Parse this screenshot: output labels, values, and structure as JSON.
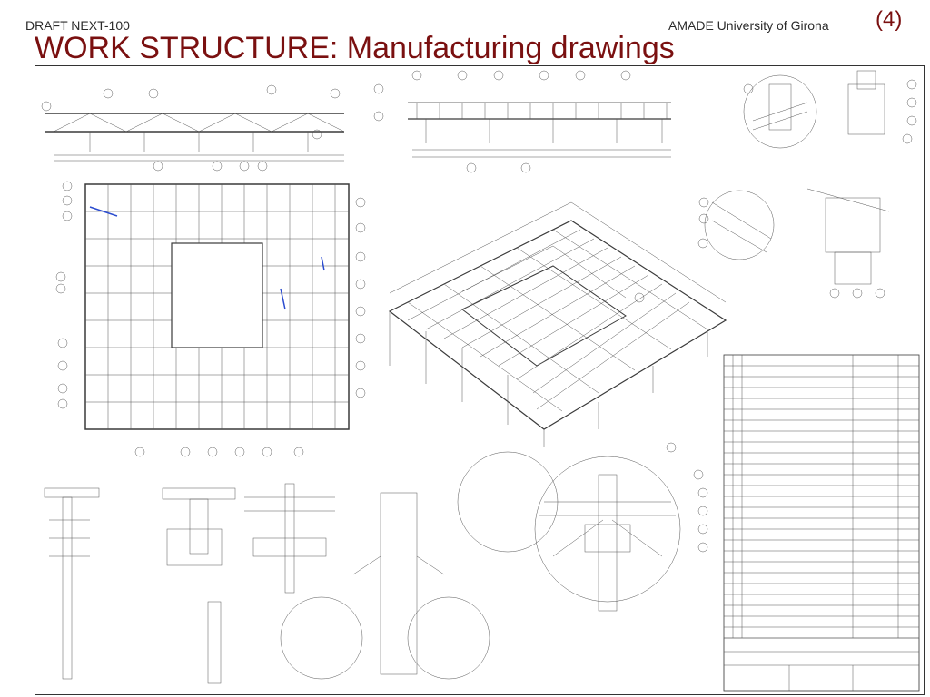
{
  "header": {
    "draft_label": "DRAFT NEXT-100",
    "institution": "AMADE University of Girona",
    "page_number": "(4)"
  },
  "slide": {
    "title": "WORK STRUCTURE: Manufacturing drawings"
  },
  "drawing": {
    "icon": "technical-drawing-sheet"
  }
}
